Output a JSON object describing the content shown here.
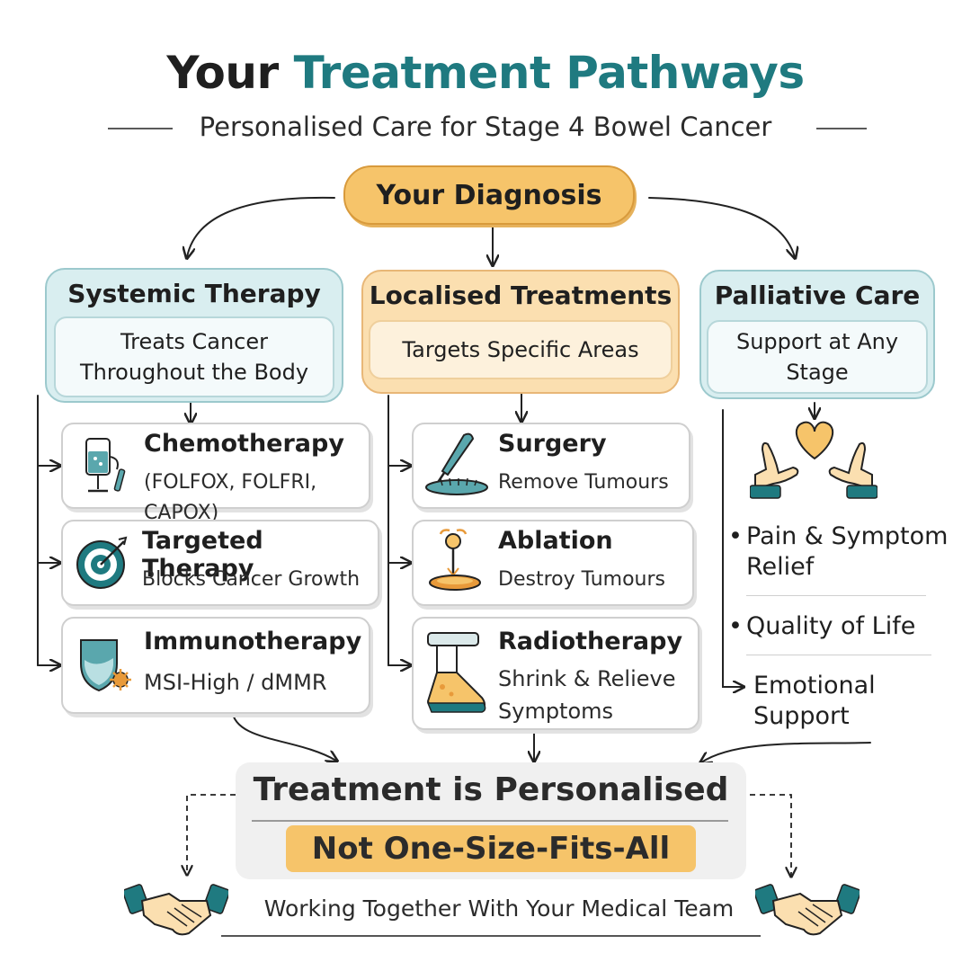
{
  "header": {
    "title_part1": "Your",
    "title_part2": "Treatment Pathways",
    "subtitle": "Personalised Care for Stage 4 Bowel Cancer"
  },
  "diagnosis": {
    "label": "Your Diagnosis"
  },
  "columns": [
    {
      "title": "Systemic Therapy",
      "subtitle_line1": "Treats Cancer",
      "subtitle_line2": "Throughout the Body",
      "items": [
        {
          "title": "Chemotherapy",
          "desc_line1": "(FOLFOX, FOLFRI, CAPOX)",
          "icon": "iv-drip-icon"
        },
        {
          "title": "Targeted Therapy",
          "desc_line1": "Blocks Cancer Growth",
          "icon": "target-icon"
        },
        {
          "title": "Immunotherapy",
          "desc_line1": "MSI-High / dMMR",
          "icon": "shield-icon"
        }
      ]
    },
    {
      "title": "Localised Treatments",
      "subtitle_line1": "Targets Specific Areas",
      "items": [
        {
          "title": "Surgery",
          "desc_line1": "Remove Tumours",
          "icon": "scalpel-icon"
        },
        {
          "title": "Ablation",
          "desc_line1": "Destroy Tumours",
          "icon": "ablation-probe-icon"
        },
        {
          "title": "Radiotherapy",
          "desc_line1": "Shrink & Relieve",
          "desc_line2": "Symptoms",
          "icon": "radiotherapy-machine-icon"
        }
      ]
    },
    {
      "title": "Palliative Care",
      "subtitle_line1": "Support at Any",
      "subtitle_line2": "Stage",
      "icon": "caring-hands-heart-icon",
      "items": [
        {
          "line1": "Pain & Symptom",
          "line2": "Relief"
        },
        {
          "line1": "Quality of Life"
        },
        {
          "line1": "Emotional",
          "line2": "Support"
        }
      ]
    }
  ],
  "bottom": {
    "line1": "Treatment is Personalised",
    "line2": "Not One-Size-Fits-All",
    "footer": "Working Together With Your Medical Team",
    "icon": "handshake-icon"
  },
  "colors": {
    "teal": "#1f7a80",
    "teal_light": "#d9eef0",
    "orange": "#f6c46a",
    "orange_light": "#fbdfb0",
    "ink": "#1f1f1f"
  }
}
